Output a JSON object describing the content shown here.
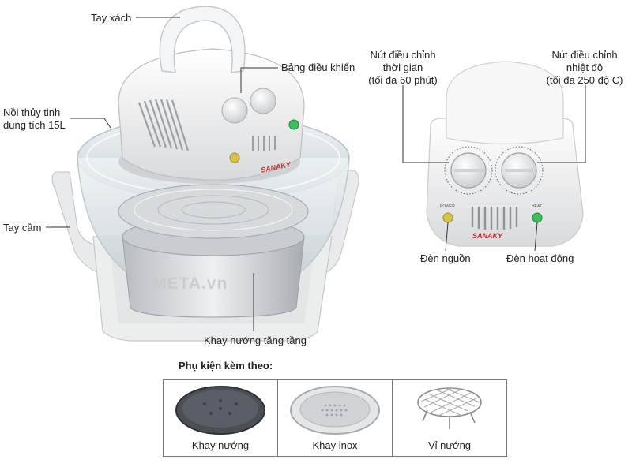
{
  "labels": {
    "handle_top": "Tay xách",
    "control_panel": "Bảng điều khiển",
    "glass_pot_line1": "Nồi thủy tinh",
    "glass_pot_line2": "dung tích 15L",
    "side_handle": "Tay cầm",
    "rack": "Khay nướng tăng tầng",
    "timer_line1": "Nút điều chỉnh",
    "timer_line2": "thời gian",
    "timer_line3": "(tối đa 60 phút)",
    "temp_line1": "Nút điều chỉnh",
    "temp_line2": "nhiệt độ",
    "temp_line3": "(tối đa 250 độ C)",
    "power_light": "Đèn nguồn",
    "active_light": "Đèn hoạt động"
  },
  "brand_text": "SANAKY",
  "panel_power_text": "POWER",
  "panel_heat_text": "HEAT",
  "watermark": "META.vn",
  "accessories": {
    "title": "Phụ kiện kèm theo:",
    "items": [
      {
        "name": "Khay nướng"
      },
      {
        "name": "Khay inox"
      },
      {
        "name": "Vỉ nướng"
      }
    ]
  },
  "colors": {
    "body_white": "#f2f2f2",
    "glass": "#dfe7ea",
    "brand_red": "#c0282d",
    "power_led": "#d8c34a",
    "heat_led": "#3cbf5a",
    "tray_dark": "#4a4e55"
  }
}
